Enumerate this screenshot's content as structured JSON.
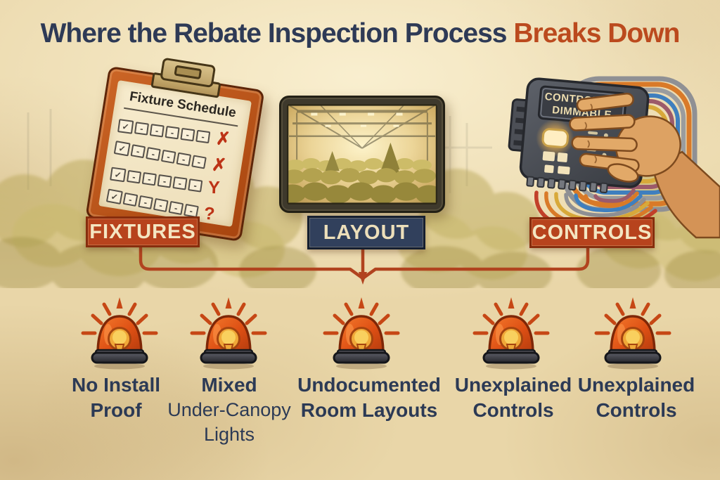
{
  "title": {
    "main": "Where the Rebate Inspection Process",
    "accent": "Breaks Down"
  },
  "clipboard": {
    "heading": "Fixture Schedule",
    "check_glyph": "✓",
    "dash_glyph": "-",
    "rows": [
      {
        "mark": "✗"
      },
      {
        "mark": "✗"
      },
      {
        "mark": "Y"
      },
      {
        "mark": "?"
      }
    ]
  },
  "controller": {
    "label_line1": "CONTROLLER",
    "label_line2": "DIMMABLE"
  },
  "categories": [
    {
      "label": "FIXTURES",
      "color": "#b7431d"
    },
    {
      "label": "LAYOUT",
      "color": "#31405c"
    },
    {
      "label": "CONTROLS",
      "color": "#b7431d"
    }
  ],
  "issues": [
    {
      "title": "No Install Proof",
      "subtitle": ""
    },
    {
      "title": "Mixed",
      "subtitle": "Under-Canopy Lights"
    },
    {
      "title": "Undocumented Room Layouts",
      "subtitle": ""
    },
    {
      "title": "Unexplained Controls",
      "subtitle": ""
    },
    {
      "title": "Unexplained Controls",
      "subtitle": ""
    }
  ],
  "colors": {
    "parchment": "#e9d6a8",
    "title_navy": "#2e3a56",
    "title_accent": "#bb4a1e",
    "connector": "#b1431f",
    "siren_dome": "#d9541e",
    "label_navy": "#2c3a55"
  }
}
